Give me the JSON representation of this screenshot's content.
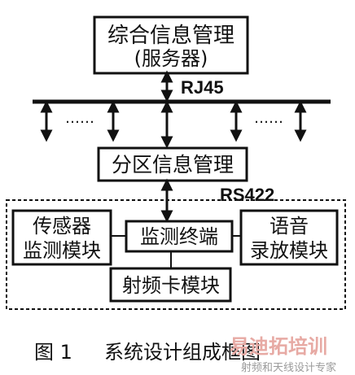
{
  "diagram": {
    "server_box": {
      "line1": "综合信息管理",
      "line2": "(服务器)"
    },
    "bus_label": "RJ45",
    "ellipsis_left": "……",
    "ellipsis_right": "……",
    "partition_box": {
      "label": "分区信息管理"
    },
    "link_label": "RS422",
    "sensor_box": {
      "line1": "传感器",
      "line2": "监测模块"
    },
    "terminal_box": {
      "label": "监测终端"
    },
    "voice_box": {
      "line1": "语音",
      "line2": "录放模块"
    },
    "rf_box": {
      "label": "射频卡模块"
    }
  },
  "caption": {
    "figure_no": "图 1",
    "title": "系统设计组成框图"
  },
  "watermark": {
    "text1": "易迪拓培训",
    "text2": "射频和天线设计专家"
  }
}
